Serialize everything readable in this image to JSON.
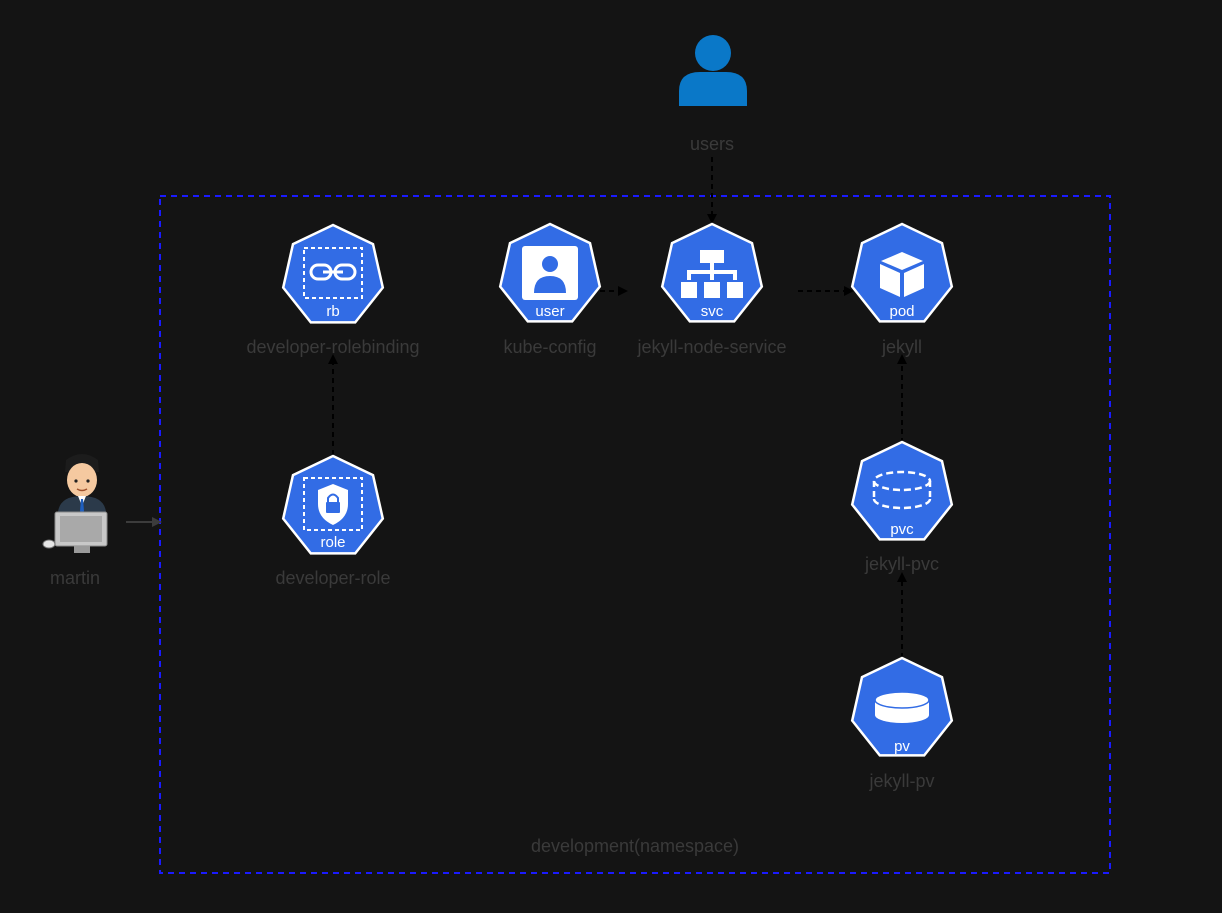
{
  "namespace": {
    "label": "development(namespace)",
    "border_color": "#1a1aff"
  },
  "colors": {
    "k8s_blue": "#326ce5",
    "user_blue": "#0a78c8",
    "label_gray": "#3a3a3a",
    "background": "#141414"
  },
  "external": {
    "users": {
      "label": "users",
      "icon": "user-silhouette-icon"
    },
    "martin": {
      "label": "martin",
      "icon": "person-at-computer-icon"
    }
  },
  "nodes": {
    "rolebinding": {
      "badge": "rb",
      "label": "developer-rolebinding",
      "icon": "link-icon"
    },
    "role": {
      "badge": "role",
      "label": "developer-role",
      "icon": "shield-lock-icon"
    },
    "kubeconfig": {
      "badge": "user",
      "label": "kube-config",
      "icon": "user-card-icon"
    },
    "service": {
      "badge": "svc",
      "label": "jekyll-node-service",
      "icon": "network-tree-icon"
    },
    "pod": {
      "badge": "pod",
      "label": "jekyll",
      "icon": "cube-icon"
    },
    "pvc": {
      "badge": "pvc",
      "label": "jekyll-pvc",
      "icon": "dashed-disk-icon"
    },
    "pv": {
      "badge": "pv",
      "label": "jekyll-pv",
      "icon": "disk-icon"
    }
  }
}
